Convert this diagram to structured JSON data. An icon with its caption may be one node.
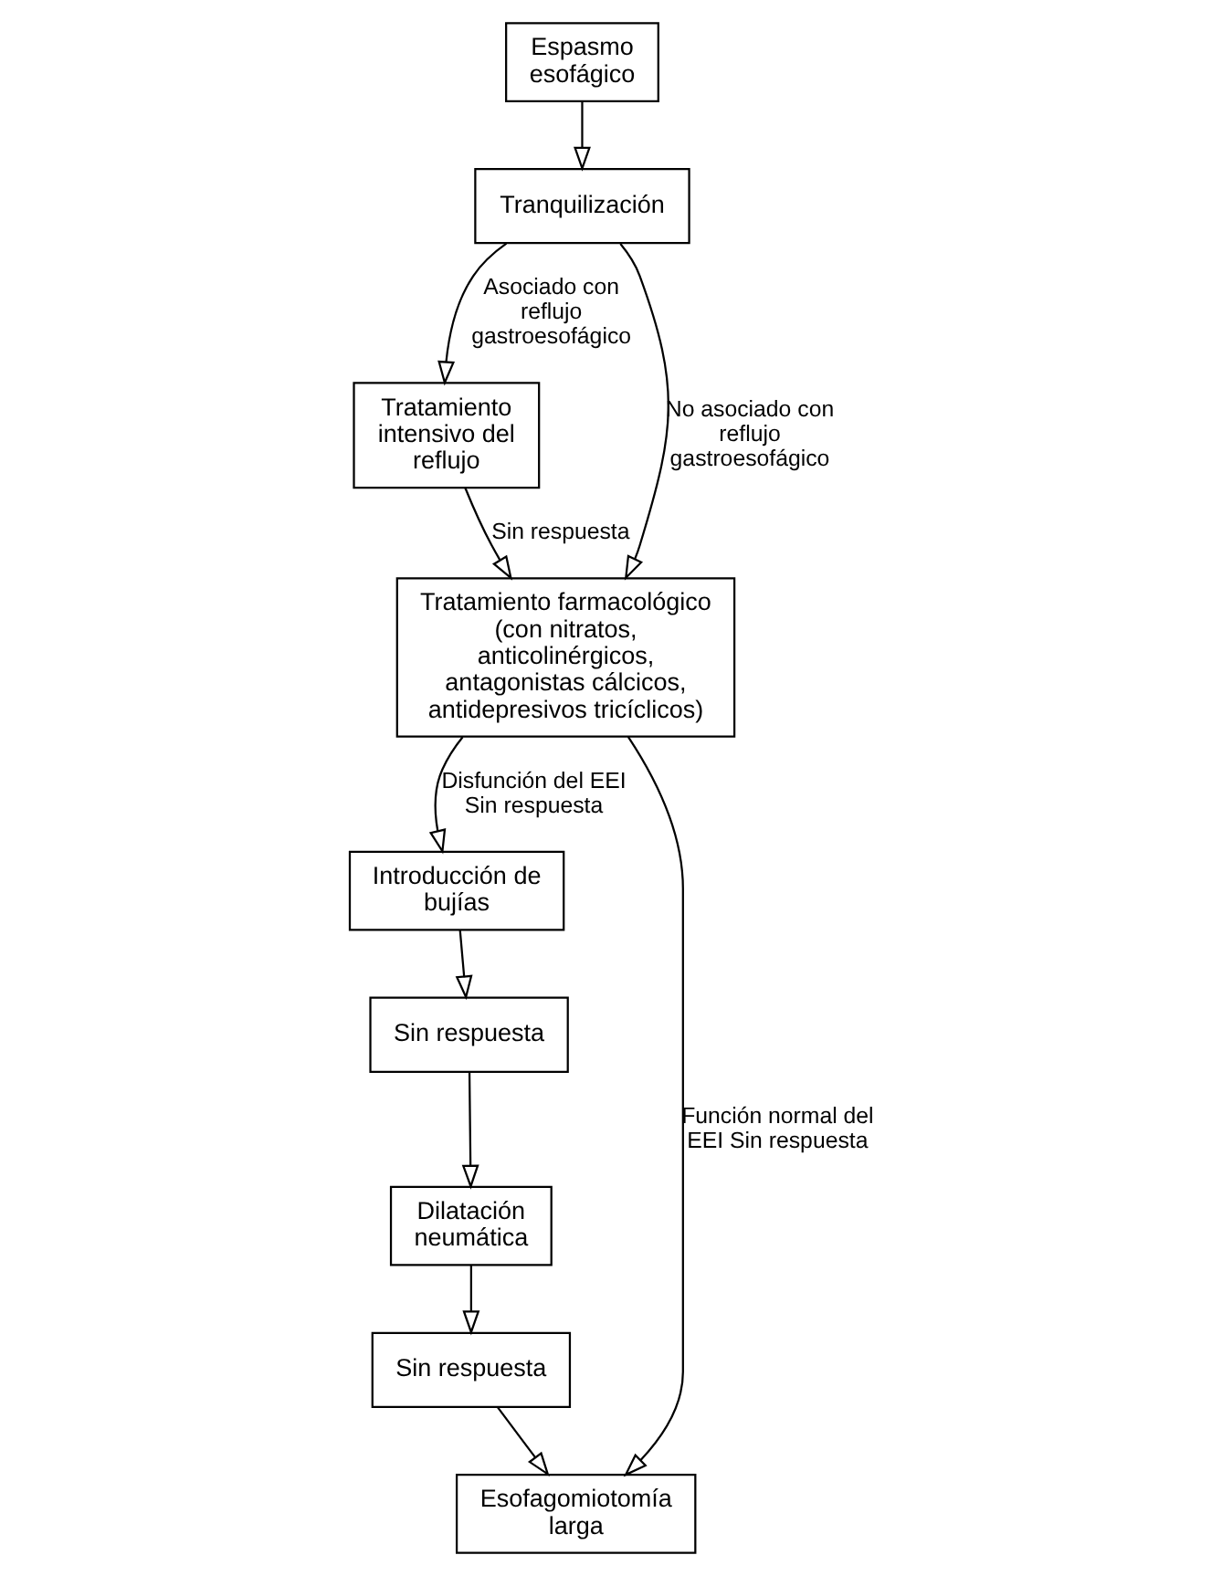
{
  "diagram": {
    "nodes": [
      {
        "text": [
          "Espasmo esofágico"
        ]
      },
      {
        "text": [
          "Tranquilización"
        ]
      },
      {
        "text": [
          "Tratamiento intensivo del reflujo"
        ]
      },
      {
        "text": [
          "Tratamiento farmacológico (con nitratos, anticolinérgicos, antagonistas cálcicos, antidepresivos tricíclicos)"
        ]
      },
      {
        "text": [
          "Introducción de bujías"
        ]
      },
      {
        "text": [
          "Sin respuesta"
        ]
      },
      {
        "text": [
          "Dilatación neumática"
        ]
      },
      {
        "text": [
          "Sin respuesta"
        ]
      },
      {
        "text": [
          "Esofagomiotomía larga"
        ]
      }
    ],
    "edges": [
      {
        "from": 0,
        "to": 1,
        "arrow": "to"
      },
      {
        "from": 1,
        "to": 2,
        "arrow": "to",
        "label": "Asociado con reflujo gastroesofágico"
      },
      {
        "from": 1,
        "to": 3,
        "arrow": "to",
        "label": "No asociado con reflujo gastroesofágico"
      },
      {
        "from": 2,
        "to": 3,
        "arrow": "to",
        "label": "Sin respuesta"
      },
      {
        "from": 3,
        "to": 4,
        "arrow": "to",
        "label": "Disfunción del EEI Sin respuesta"
      },
      {
        "from": 3,
        "to": 8,
        "arrow": "to",
        "label": "Función normal del EEI Sin respuesta"
      },
      {
        "from": 4,
        "to": 5,
        "arrow": "to"
      },
      {
        "from": 5,
        "to": 6,
        "arrow": "to"
      },
      {
        "from": 6,
        "to": 7,
        "arrow": "to"
      },
      {
        "from": 7,
        "to": 8,
        "arrow": "to"
      }
    ]
  }
}
